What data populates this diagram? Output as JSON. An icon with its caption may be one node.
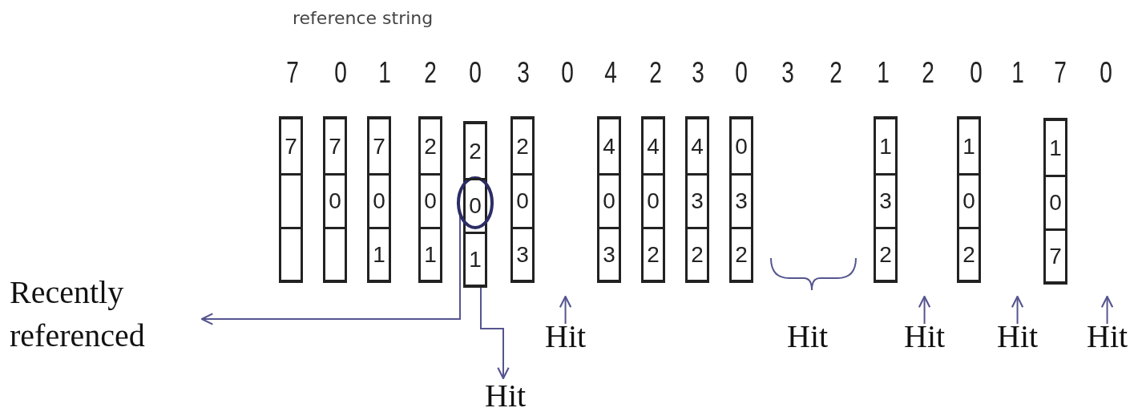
{
  "diagram": {
    "nodes": [
      {
        "text": [],
        "shape": "box"
      },
      {
        "text": [
          "7"
        ],
        "in": 0
      },
      {
        "text": [],
        "shape": "box",
        "in": 0
      },
      {
        "text": [],
        "shape": "box",
        "in": 0
      },
      {
        "text": [],
        "shape": "box"
      },
      {
        "text": [
          "7"
        ],
        "in": 4
      },
      {
        "text": [
          "0"
        ],
        "in": 4
      },
      {
        "text": [],
        "shape": "box",
        "in": 4
      },
      {
        "text": [],
        "shape": "box"
      },
      {
        "text": [
          "7"
        ],
        "in": 8
      },
      {
        "text": [
          "0"
        ],
        "in": 8
      },
      {
        "text": [
          "1"
        ],
        "in": 8
      },
      {
        "text": [],
        "shape": "box"
      },
      {
        "text": [
          "2"
        ],
        "in": 12
      },
      {
        "text": [
          "0"
        ],
        "in": 12
      },
      {
        "text": [
          "1"
        ],
        "in": 12
      },
      {
        "text": [],
        "shape": "box"
      },
      {
        "text": [
          "2"
        ],
        "in": 16
      },
      {
        "text": [
          "0"
        ]
      },
      {
        "text": [
          "1"
        ],
        "in": 16
      },
      {
        "text": [],
        "shape": "box"
      },
      {
        "text": [
          "2"
        ],
        "in": 20
      },
      {
        "text": [
          "0"
        ],
        "in": 20
      },
      {
        "text": [
          "3"
        ],
        "in": 20
      },
      {
        "text": [],
        "shape": "box"
      },
      {
        "text": [
          "4"
        ],
        "in": 24
      },
      {
        "text": [
          "0"
        ],
        "in": 24
      },
      {
        "text": [
          "3"
        ],
        "in": 24
      },
      {
        "text": [],
        "shape": "box"
      },
      {
        "text": [
          "4"
        ],
        "in": 28
      },
      {
        "text": [
          "0"
        ],
        "in": 28
      },
      {
        "text": [
          "2"
        ],
        "in": 28
      },
      {
        "text": [],
        "shape": "box"
      },
      {
        "text": [
          "4"
        ],
        "in": 32
      },
      {
        "text": [
          "3"
        ],
        "in": 32
      },
      {
        "text": [
          "2"
        ],
        "in": 32
      },
      {
        "text": [],
        "shape": "box"
      },
      {
        "text": [
          "0"
        ],
        "in": 36
      },
      {
        "text": [
          "3"
        ],
        "in": 36
      },
      {
        "text": [
          "2"
        ],
        "in": 36
      },
      {
        "text": [],
        "shape": "box"
      },
      {
        "text": [
          "1"
        ],
        "in": 40
      },
      {
        "text": [
          "3"
        ],
        "in": 40
      },
      {
        "text": [
          "2"
        ],
        "in": 40
      },
      {
        "text": [],
        "shape": "box"
      },
      {
        "text": [
          "1"
        ],
        "in": 44
      },
      {
        "text": [
          "0"
        ],
        "in": 44
      },
      {
        "text": [
          "2"
        ],
        "in": 44
      },
      {
        "text": [],
        "shape": "box"
      },
      {
        "text": [
          "1"
        ],
        "in": 48
      },
      {
        "text": [
          "0"
        ],
        "in": 48
      },
      {
        "text": [
          "7"
        ],
        "in": 48
      },
      {
        "text": [],
        "shape": "circle"
      },
      {
        "text": [
          "Recently referenced"
        ]
      },
      {
        "text": [
          "Hit"
        ]
      },
      {
        "text": [
          "Hit"
        ]
      },
      {
        "text": [
          "Hit"
        ]
      },
      {
        "text": [
          "Hit"
        ]
      },
      {
        "text": [
          "Hit"
        ]
      }
    ],
    "edges": [
      {
        "from": 52,
        "to": 53,
        "arrow": "to"
      },
      {
        "from": 16,
        "to": 54,
        "arrow": "to"
      },
      {
        "from": 55,
        "to": null,
        "arrow": "to"
      },
      {
        "from": 56,
        "to": null,
        "arrow": "to"
      },
      {
        "from": 57,
        "to": null,
        "arrow": "to"
      },
      {
        "from": 58,
        "to": null,
        "arrow": "to"
      }
    ],
    "labels": [
      "reference string",
      "7",
      "0",
      "1",
      "2",
      "0",
      "3",
      "0",
      "4",
      "2",
      "3",
      "0",
      "3",
      "2",
      "1",
      "2",
      "0",
      "1",
      "7",
      "0",
      "Hit"
    ]
  }
}
